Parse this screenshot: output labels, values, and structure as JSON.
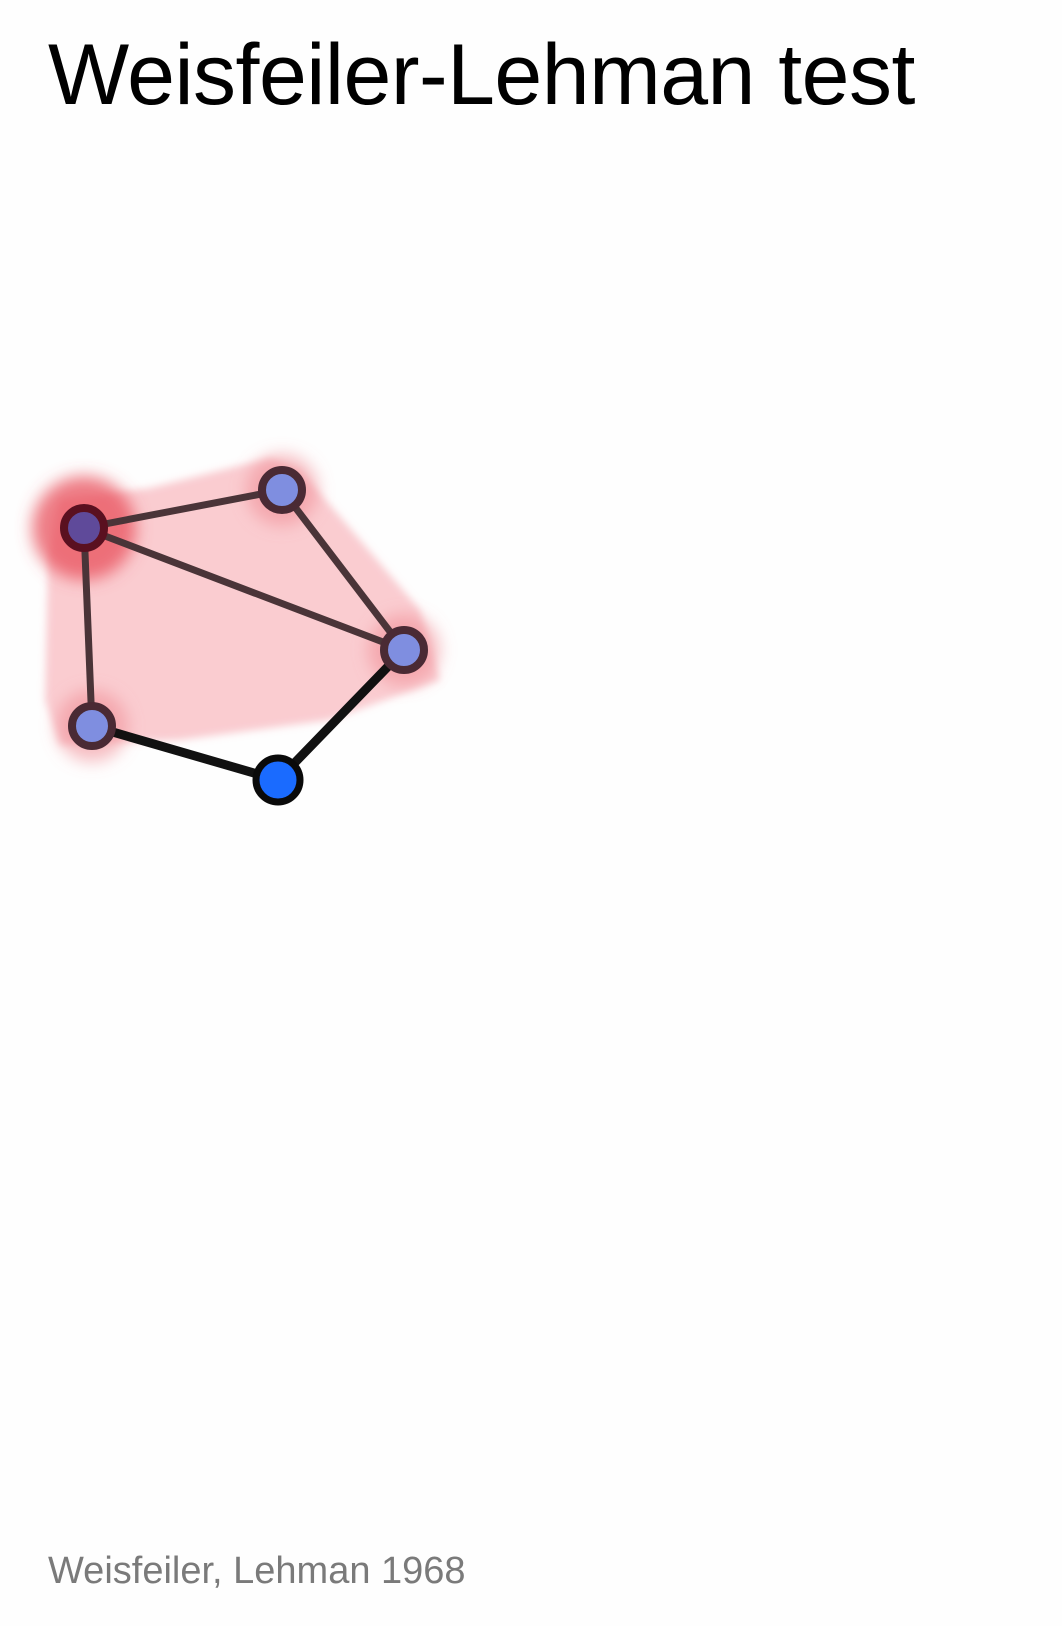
{
  "slide": {
    "title": "Weisfeiler-Lehman test",
    "citation": "Weisfeiler, Lehman 1968"
  },
  "graph": {
    "nodes": [
      {
        "id": "n1",
        "state": "center",
        "fill": "#5f4a9a",
        "ring": "#5a1020",
        "halo": "#e8505c"
      },
      {
        "id": "n2",
        "state": "neighbor",
        "fill": "#7f8ee0",
        "ring": "#4a2a34",
        "halo": "#f08a94"
      },
      {
        "id": "n3",
        "state": "neighbor",
        "fill": "#7f8ee0",
        "ring": "#4a2a34",
        "halo": "#f08a94"
      },
      {
        "id": "n4",
        "state": "neighbor",
        "fill": "#7f8ee0",
        "ring": "#4a2a34",
        "halo": "#f08a94"
      },
      {
        "id": "n5",
        "state": "outside",
        "fill": "#1a6bff",
        "ring": "#0a0a0a",
        "halo": ""
      }
    ],
    "edges": [
      {
        "from": "n1",
        "to": "n2",
        "highlighted": true
      },
      {
        "from": "n1",
        "to": "n3",
        "highlighted": true
      },
      {
        "from": "n1",
        "to": "n4",
        "highlighted": true
      },
      {
        "from": "n2",
        "to": "n3",
        "highlighted": true
      },
      {
        "from": "n4",
        "to": "n5",
        "highlighted": false
      },
      {
        "from": "n3",
        "to": "n5",
        "highlighted": false
      }
    ],
    "neighborhood_fill": "#f5a3ac",
    "edge_color_highlighted": "#4a3438",
    "edge_color_plain": "#111111"
  }
}
